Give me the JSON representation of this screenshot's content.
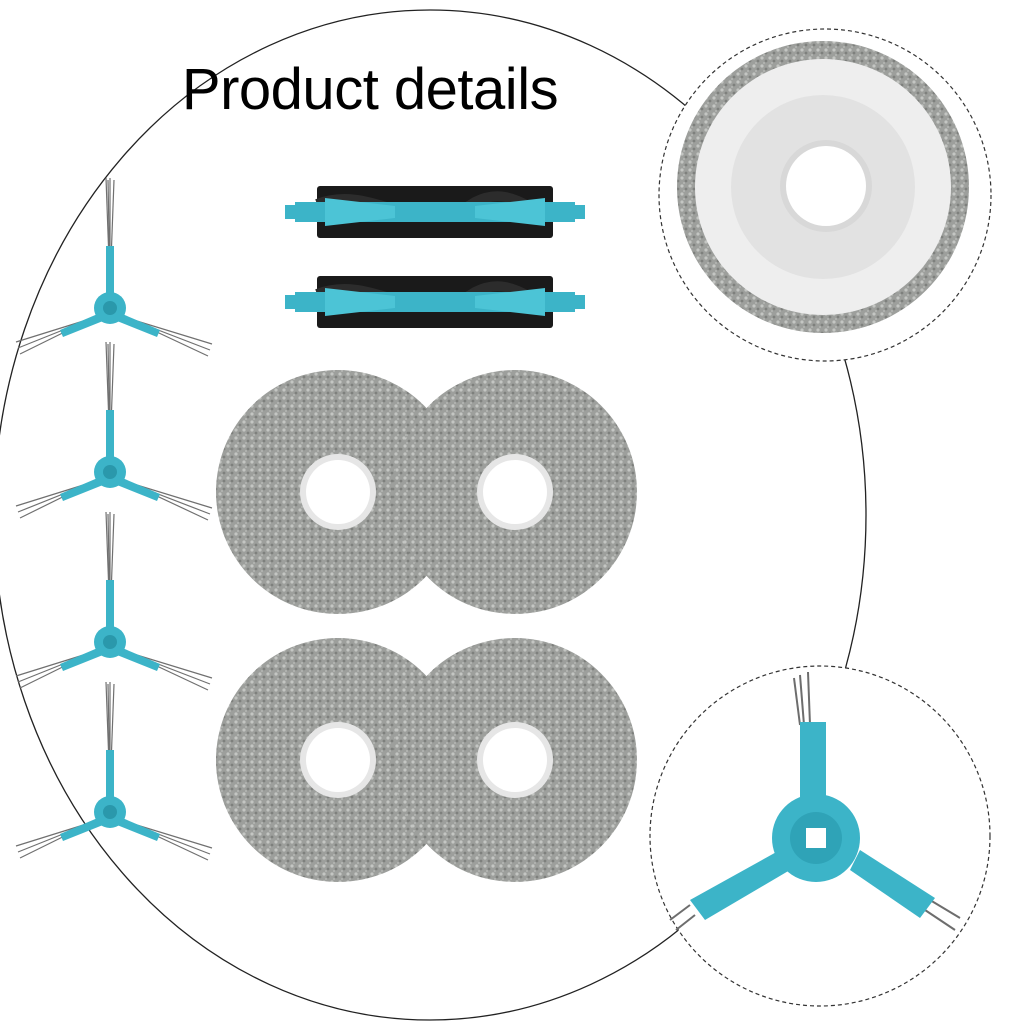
{
  "header": {
    "title": "Product details"
  },
  "colors": {
    "accent": "#3cb4c8",
    "pad": "#9a9c99",
    "bristle": "#6f6f6f",
    "roller_bristle": "#1c1c1c"
  },
  "items": {
    "side_brushes": 4,
    "roller_brushes": 2,
    "mop_pads": 4
  },
  "detail_views": [
    "mop-pad-back-detail",
    "side-brush-hub-detail"
  ]
}
